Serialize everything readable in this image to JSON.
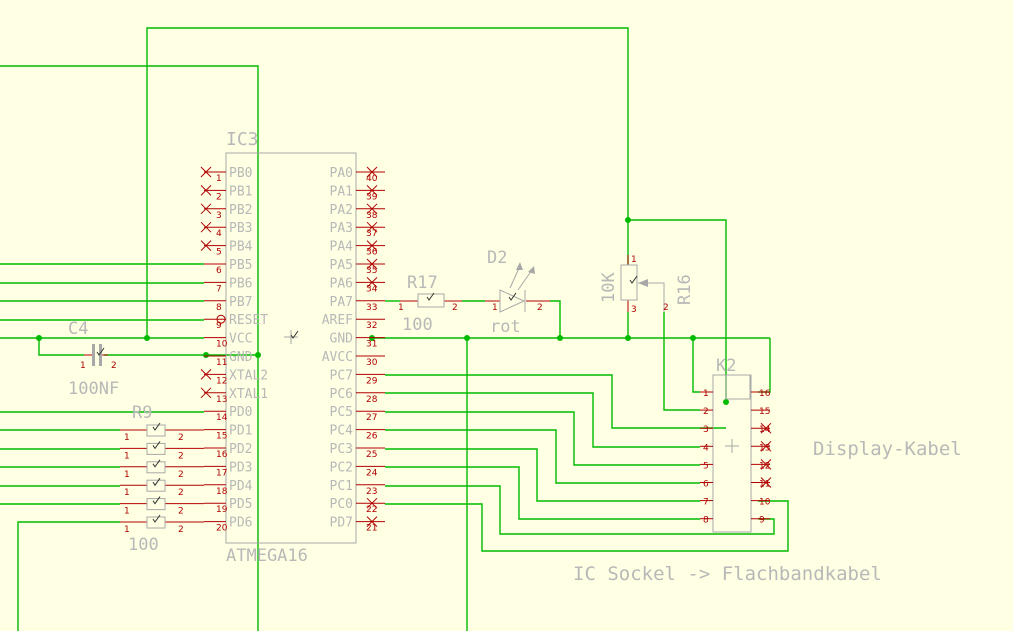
{
  "ic3": {
    "name": "IC3",
    "value": "ATMEGA16",
    "left_pins": [
      {
        "num": "1",
        "name": "PB0"
      },
      {
        "num": "2",
        "name": "PB1"
      },
      {
        "num": "3",
        "name": "PB2"
      },
      {
        "num": "4",
        "name": "PB3"
      },
      {
        "num": "5",
        "name": "PB4"
      },
      {
        "num": "6",
        "name": "PB5"
      },
      {
        "num": "7",
        "name": "PB6"
      },
      {
        "num": "8",
        "name": "PB7"
      },
      {
        "num": "9",
        "name": "RESET"
      },
      {
        "num": "10",
        "name": "VCC"
      },
      {
        "num": "11",
        "name": "GND"
      },
      {
        "num": "12",
        "name": "XTAL2"
      },
      {
        "num": "13",
        "name": "XTAL1"
      },
      {
        "num": "14",
        "name": "PD0"
      },
      {
        "num": "15",
        "name": "PD1"
      },
      {
        "num": "16",
        "name": "PD2"
      },
      {
        "num": "17",
        "name": "PD3"
      },
      {
        "num": "18",
        "name": "PD4"
      },
      {
        "num": "19",
        "name": "PD5"
      },
      {
        "num": "20",
        "name": "PD6"
      }
    ],
    "right_pins": [
      {
        "num": "40",
        "name": "PA0"
      },
      {
        "num": "39",
        "name": "PA1"
      },
      {
        "num": "38",
        "name": "PA2"
      },
      {
        "num": "37",
        "name": "PA3"
      },
      {
        "num": "36",
        "name": "PA4"
      },
      {
        "num": "35",
        "name": "PA5"
      },
      {
        "num": "34",
        "name": "PA6"
      },
      {
        "num": "33",
        "name": "PA7"
      },
      {
        "num": "32",
        "name": "AREF"
      },
      {
        "num": "31",
        "name": "GND"
      },
      {
        "num": "30",
        "name": "AVCC"
      },
      {
        "num": "29",
        "name": "PC7"
      },
      {
        "num": "28",
        "name": "PC6"
      },
      {
        "num": "27",
        "name": "PC5"
      },
      {
        "num": "26",
        "name": "PC4"
      },
      {
        "num": "25",
        "name": "PC3"
      },
      {
        "num": "24",
        "name": "PC2"
      },
      {
        "num": "23",
        "name": "PC1"
      },
      {
        "num": "22",
        "name": "PC0"
      },
      {
        "num": "21",
        "name": "PD7"
      }
    ]
  },
  "c4": {
    "name": "C4",
    "value": "100NF",
    "pin1": "1",
    "pin2": "2"
  },
  "r17": {
    "name": "R17",
    "value": "100",
    "pin1": "1",
    "pin2": "2"
  },
  "d2": {
    "name": "D2",
    "value": "rot",
    "pin1": "1",
    "pin2": "2"
  },
  "r16": {
    "name": "R16",
    "value": "10K",
    "pin1": "1",
    "pin2": "2",
    "pin3": "3"
  },
  "r9": {
    "name": "R9",
    "value": "100",
    "pin1": "1",
    "pin2": "2"
  },
  "k2": {
    "name": "K2",
    "left_pins": [
      "1",
      "2",
      "3",
      "4",
      "5",
      "6",
      "7",
      "8"
    ],
    "right_pins": [
      "16",
      "15",
      "14",
      "13",
      "12",
      "11",
      "10",
      "9"
    ]
  },
  "notes": {
    "display": "Display-Kabel",
    "sockel": "IC Sockel -> Flachbandkabel"
  },
  "colors": {
    "background": "#ffffe4",
    "wire": "#00bb00",
    "pin": "#b00000",
    "body": "#a8a8a8"
  }
}
